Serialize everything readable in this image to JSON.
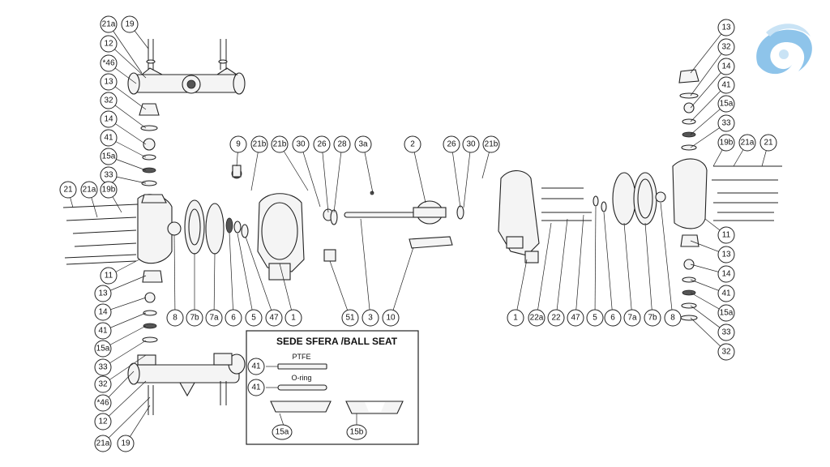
{
  "logo": {
    "name": "brand-swirl-logo",
    "colors": [
      "#8ec4ea",
      "#c9e3f5"
    ]
  },
  "callouts": {
    "top_left_manifold": [
      "21a",
      "19",
      "12",
      "*46",
      "13",
      "32",
      "14",
      "41",
      "15a",
      "33"
    ],
    "left_chamber": [
      "21",
      "21a",
      "19b",
      "11",
      "13",
      "14",
      "41",
      "15a",
      "33",
      "32",
      "*46",
      "12",
      "21a",
      "19"
    ],
    "left_bottom_row": [
      "8",
      "7b",
      "7a",
      "6",
      "5",
      "47",
      "1"
    ],
    "center_top": [
      "9",
      "21b",
      "21b",
      "30",
      "26",
      "28",
      "3a",
      "2",
      "26",
      "30",
      "21b"
    ],
    "center_bottom": [
      "51",
      "3",
      "10"
    ],
    "right_bottom_row": [
      "1",
      "22a",
      "22",
      "47",
      "5",
      "6",
      "7a",
      "7b",
      "8"
    ],
    "right_column": [
      "13",
      "32",
      "14",
      "41",
      "15a",
      "33",
      "19b",
      "21a",
      "21",
      "11",
      "13",
      "14",
      "41",
      "15a",
      "33",
      "32"
    ]
  },
  "inset": {
    "title": "SEDE SFERA /BALL SEAT",
    "rows": [
      {
        "callout": "41",
        "label": "PTFE"
      },
      {
        "callout": "41",
        "label": "O-ring"
      }
    ],
    "seats": [
      "15a",
      "15b"
    ]
  }
}
